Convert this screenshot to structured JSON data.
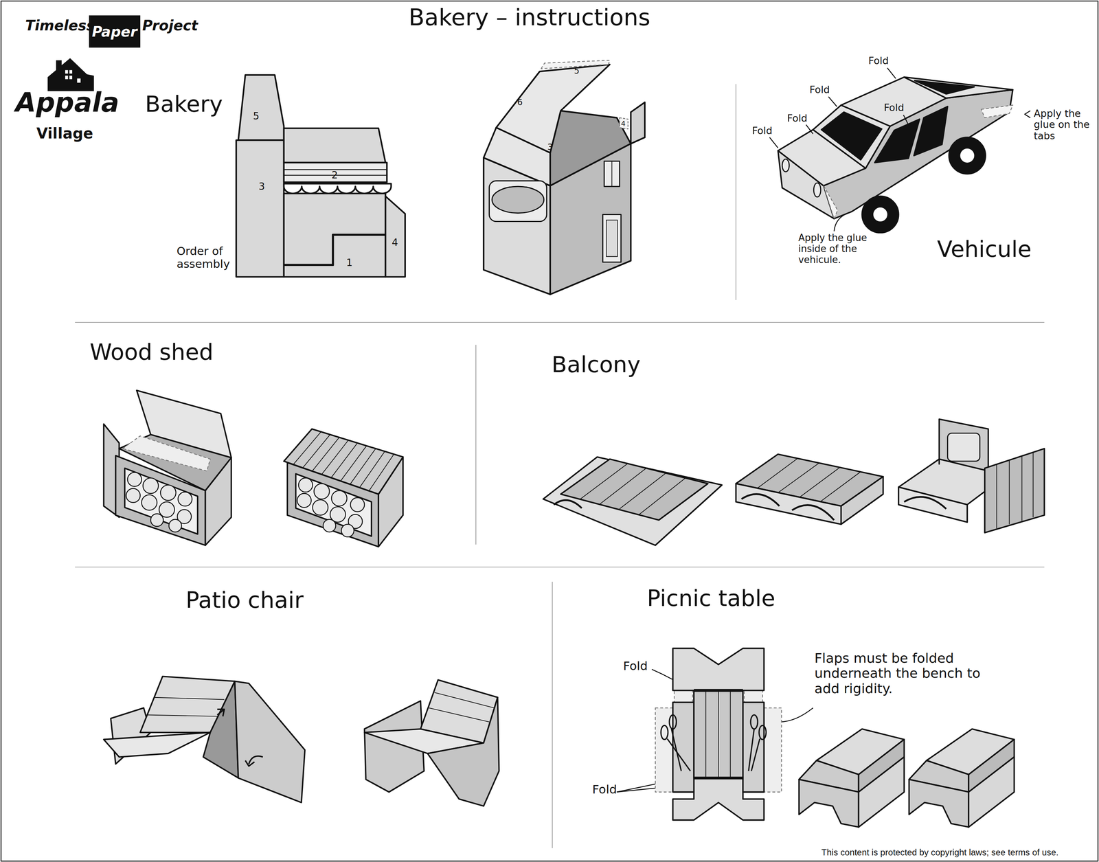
{
  "diagram": {
    "title": "Bakery – instructions",
    "nodes": [
      {
        "text": [
          "Paper"
        ]
      }
    ],
    "labels": [
      "Timeless",
      "Project",
      "Appala",
      "Village",
      "Bakery",
      "5",
      "3",
      "2",
      "4",
      "1",
      "Order of assembly",
      "5",
      "6",
      "3",
      "4",
      "Fold",
      "Fold",
      "Fold",
      "Fold",
      "Fold",
      "Apply the glue on the tabs",
      "Apply the glue inside of the vehicule.",
      "Vehicule",
      "Wood shed",
      "Balcony",
      "Patio chair",
      "Picnic table",
      "Fold",
      "Flaps must be folded underneath the bench to add rigidity.",
      "Fold",
      "This content is protected by copyright laws; see terms of use."
    ]
  }
}
